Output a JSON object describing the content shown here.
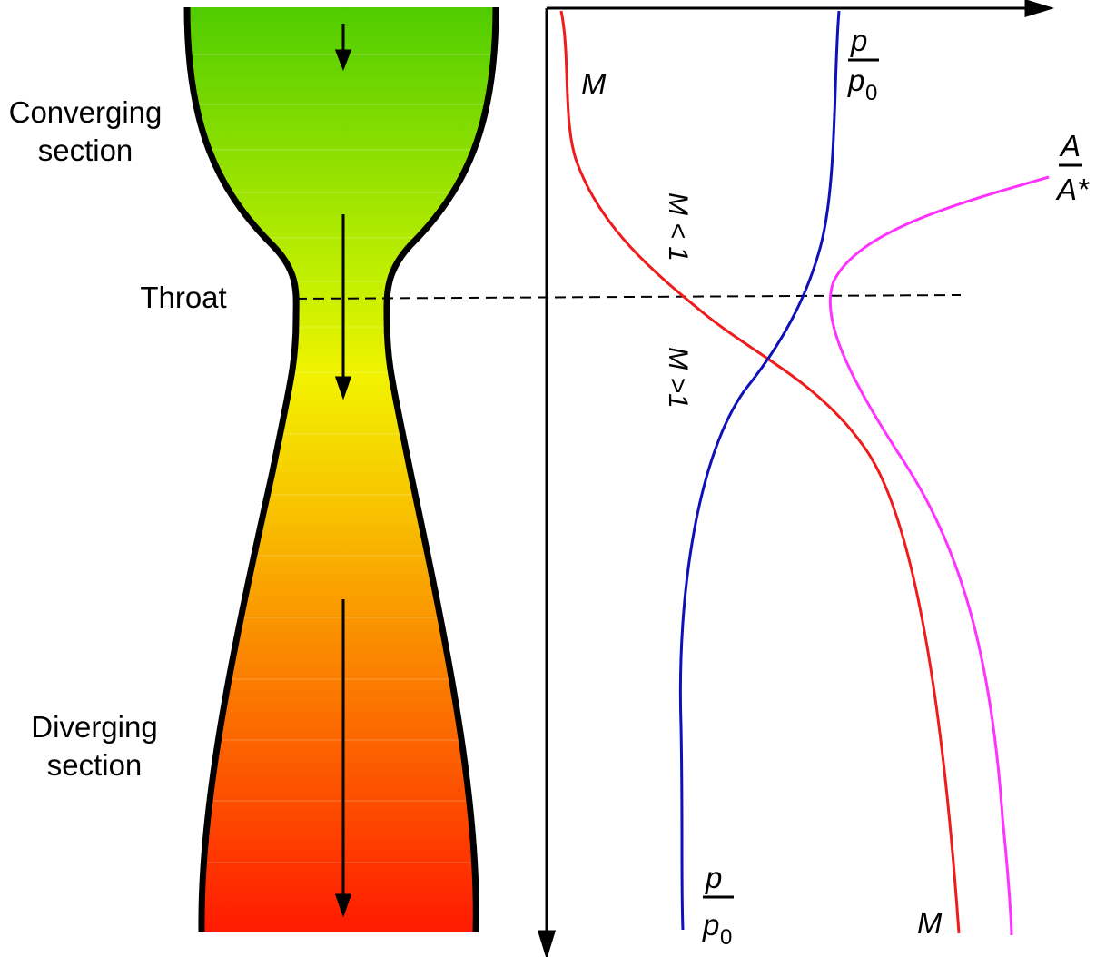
{
  "labels": {
    "converging_line1": "Converging",
    "converging_line2": "section",
    "throat": "Throat",
    "diverging_line1": "Diverging",
    "diverging_line2": "section"
  },
  "curve_labels": {
    "mach_top": "M",
    "mach_bottom": "M",
    "pressure_num": "p",
    "pressure_den": "p",
    "pressure_sub": "0",
    "area_num": "A",
    "area_den": "A*",
    "subsonic": "M < 1",
    "supersonic": "M >1"
  },
  "colors": {
    "mach": "#ee1c1c",
    "pressure": "#1010b8",
    "area_ratio": "#ff33ff",
    "gradient_top": "#4fcc00",
    "gradient_mid": "#f2f200",
    "gradient_bottom": "#ff1a00"
  }
}
